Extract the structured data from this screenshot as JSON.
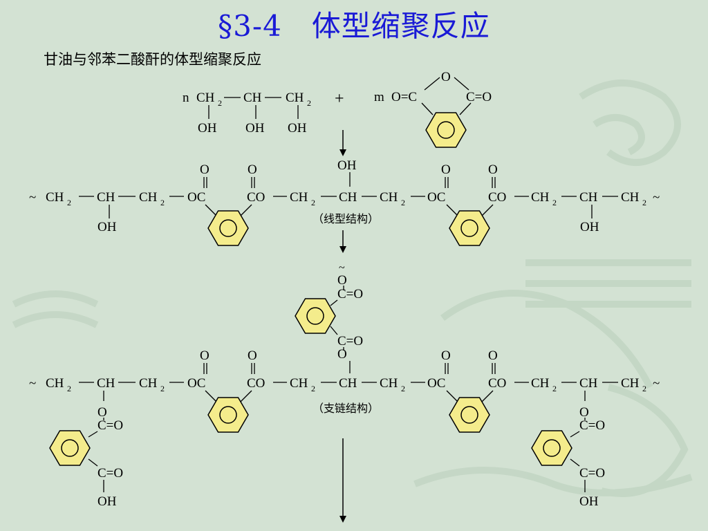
{
  "title": "§3-4　体型缩聚反应",
  "subtitle": "甘油与邻苯二酸酐的体型缩聚反应",
  "labels": {
    "linear": "（线型结构）",
    "branched": "（支链结构）"
  },
  "colors": {
    "title": "#1a1ad6",
    "ring_fill": "#f4ec8c",
    "background": "#d3e2d3"
  }
}
